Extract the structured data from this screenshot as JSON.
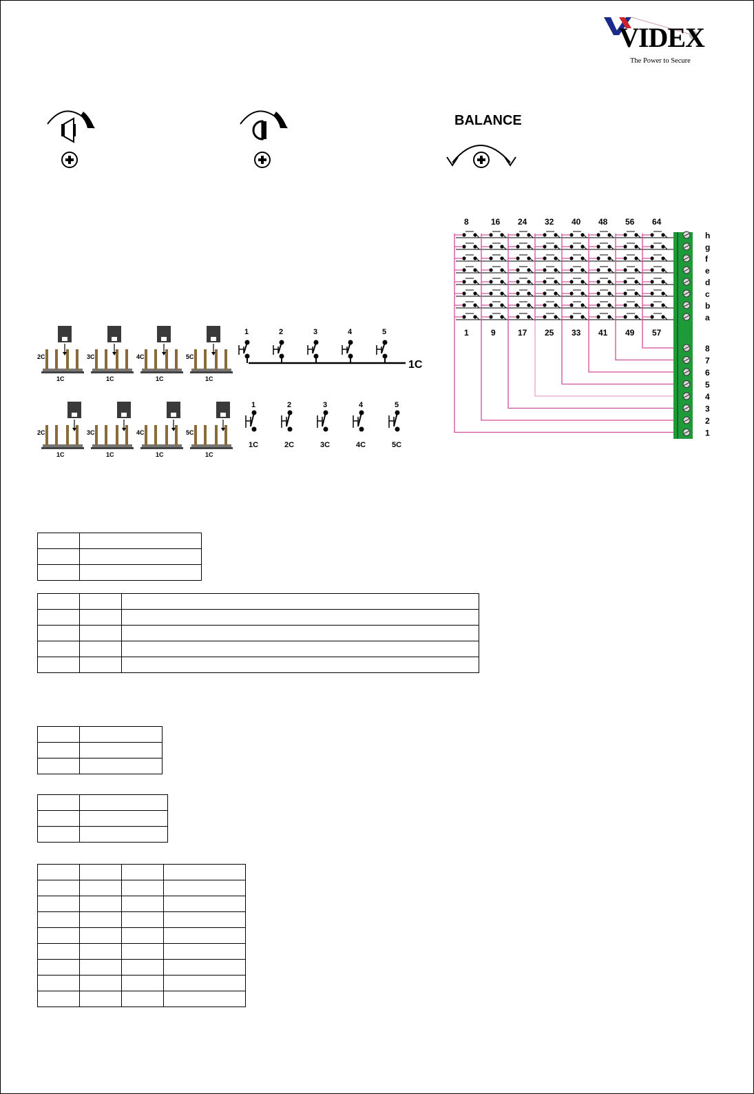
{
  "logo": {
    "brand": "VIDEX",
    "tagline": "The Power to Secure",
    "colors": {
      "blue": "#1c2a8a",
      "red": "#d0222b",
      "text": "#000000"
    }
  },
  "controls": {
    "speaker_icon": "speaker-icon",
    "microphone_icon": "microphone-icon",
    "balance_label": "BALANCE"
  },
  "jumpers": {
    "row1_labels": [
      "2C",
      "3C",
      "4C",
      "5C"
    ],
    "row2_labels": [
      "2C",
      "3C",
      "4C",
      "5C"
    ],
    "common_label": "1C"
  },
  "buttons_common": {
    "numbers": [
      "1",
      "2",
      "3",
      "4",
      "5"
    ],
    "common": "1C"
  },
  "buttons_separate": {
    "numbers": [
      "1",
      "2",
      "3",
      "4",
      "5"
    ],
    "commons": [
      "1C",
      "2C",
      "3C",
      "4C",
      "5C"
    ]
  },
  "matrix": {
    "top_numbers": [
      "8",
      "16",
      "24",
      "32",
      "40",
      "48",
      "56",
      "64"
    ],
    "bottom_numbers": [
      "1",
      "9",
      "17",
      "25",
      "33",
      "41",
      "49",
      "57"
    ],
    "row_letters": [
      "h",
      "g",
      "f",
      "e",
      "d",
      "c",
      "b",
      "a"
    ],
    "column_terminals": [
      "8",
      "7",
      "6",
      "5",
      "4",
      "3",
      "2",
      "1"
    ],
    "colors": {
      "wire": "#d14c9a",
      "terminal": "#1e9a3a",
      "line": "#000000"
    }
  },
  "tables": {
    "t1": {
      "rows": 3,
      "cols": 2
    },
    "t2": {
      "rows": 5,
      "cols": 3
    },
    "t3": {
      "rows": 3,
      "cols": 2
    },
    "t4": {
      "rows": 3,
      "cols": 2
    },
    "t5": {
      "rows": 9,
      "cols": 4
    }
  }
}
